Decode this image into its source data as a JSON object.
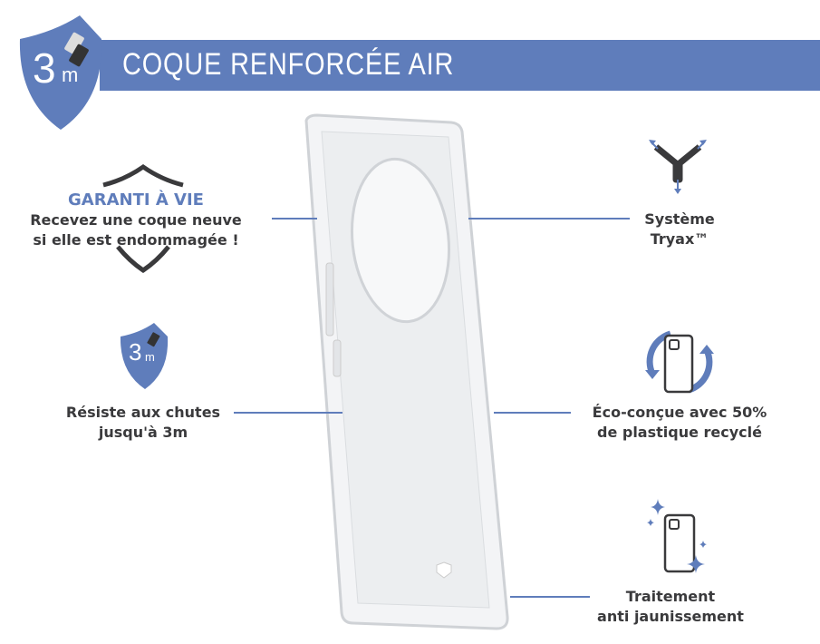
{
  "header": {
    "title": "COQUE RENFORCÉE AIR",
    "badge_number": "3",
    "badge_unit": "m"
  },
  "features": {
    "warranty": {
      "title": "GARANTI À VIE",
      "line1": "Recevez une coque neuve",
      "line2": "si elle est endommagée !"
    },
    "drop": {
      "badge_number": "3",
      "badge_unit": "m",
      "line1": "Résiste aux chutes",
      "line2": "jusqu'à 3m"
    },
    "tryax": {
      "line1": "Système",
      "line2": "Tryax™"
    },
    "eco": {
      "line1": "Éco-conçue avec 50%",
      "line2": "de plastique recyclé"
    },
    "yellowing": {
      "line1": "Traitement",
      "line2": "anti jaunissement"
    }
  },
  "colors": {
    "accent": "#5f7dbb",
    "text": "#3a3a3c"
  }
}
